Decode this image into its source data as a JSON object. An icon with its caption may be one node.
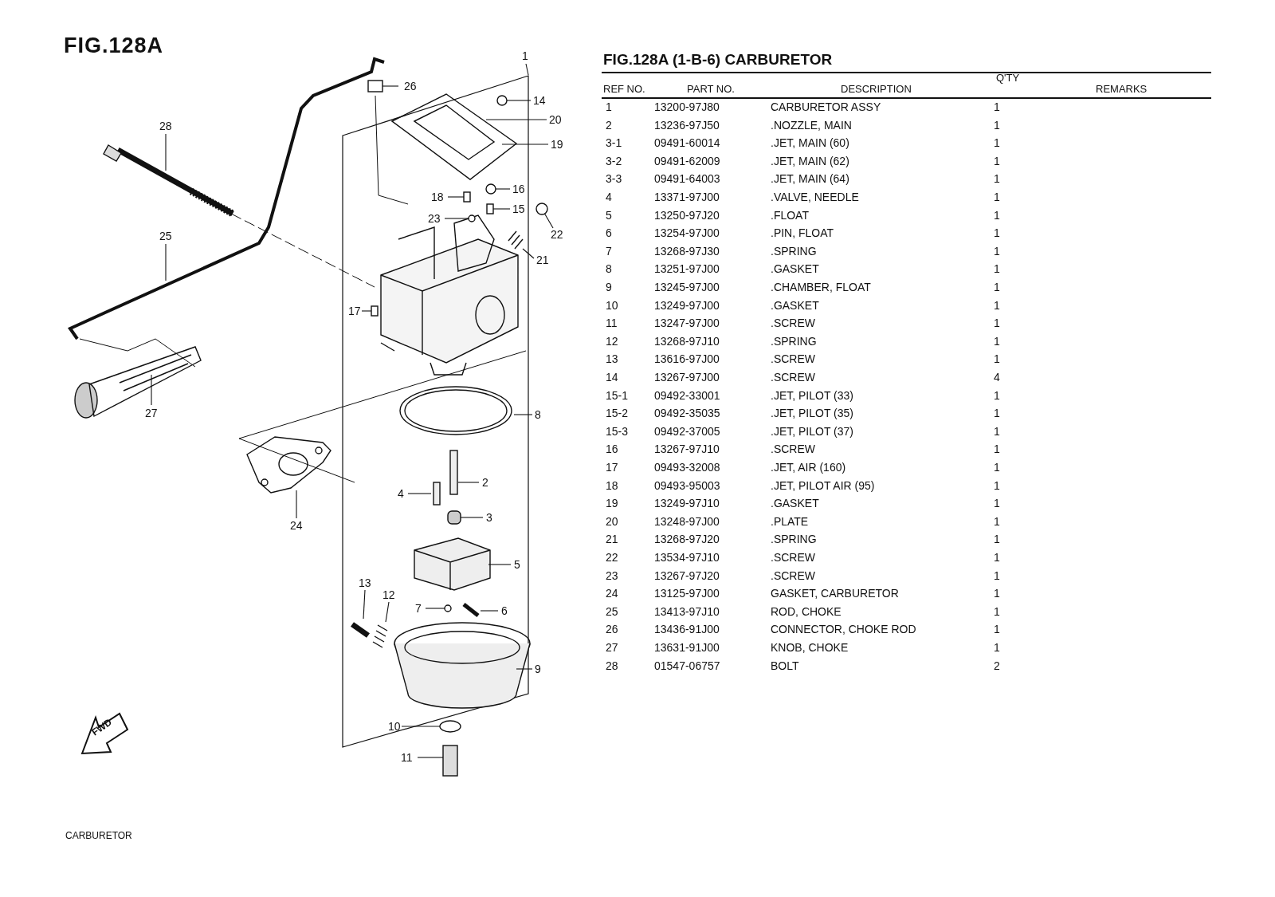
{
  "diagram": {
    "title": "FIG.128A",
    "nodes": [
      {
        "text": [
          "1"
        ]
      },
      {
        "text": [
          "26"
        ]
      },
      {
        "text": [
          "14"
        ]
      },
      {
        "text": [
          "28"
        ]
      },
      {
        "text": [
          "20"
        ]
      },
      {
        "text": [
          "19"
        ]
      },
      {
        "text": [
          "16"
        ]
      },
      {
        "text": [
          "18"
        ]
      },
      {
        "text": [
          "15"
        ]
      },
      {
        "text": [
          "23"
        ]
      },
      {
        "text": [
          "22"
        ]
      },
      {
        "text": [
          "25"
        ]
      },
      {
        "text": [
          "21"
        ]
      },
      {
        "text": [
          "17"
        ]
      },
      {
        "text": [
          "8"
        ]
      },
      {
        "text": [
          "27"
        ]
      },
      {
        "text": [
          "24"
        ]
      },
      {
        "text": [
          "2"
        ]
      },
      {
        "text": [
          "4"
        ]
      },
      {
        "text": [
          "3"
        ]
      },
      {
        "text": [
          "5"
        ]
      },
      {
        "text": [
          "13"
        ]
      },
      {
        "text": [
          "12"
        ]
      },
      {
        "text": [
          "7"
        ]
      },
      {
        "text": [
          "6"
        ]
      },
      {
        "text": [
          "9"
        ]
      },
      {
        "text": [
          "10"
        ]
      },
      {
        "text": [
          "11"
        ]
      },
      {
        "text": [],
        "shape": "box"
      },
      {
        "text": [],
        "shape": "circle"
      },
      {
        "text": [],
        "shape": "box"
      },
      {
        "text": [],
        "shape": "circle"
      },
      {
        "text": [],
        "shape": "circle"
      },
      {
        "text": [],
        "shape": "box"
      },
      {
        "text": [],
        "shape": "circle"
      },
      {
        "text": [],
        "shape": "box"
      },
      {
        "text": [],
        "shape": "cylinder"
      },
      {
        "text": [],
        "shape": "circle"
      },
      {
        "text": [],
        "shape": "circle"
      }
    ],
    "edges": [
      {
        "from": 0,
        "to": null,
        "arrow": "none"
      },
      {
        "from": 1,
        "to": 28,
        "arrow": "none"
      },
      {
        "from": 2,
        "to": 29,
        "arrow": "none"
      },
      {
        "from": 3,
        "to": null,
        "arrow": "none"
      },
      {
        "from": 4,
        "to": null,
        "arrow": "none"
      },
      {
        "from": 5,
        "to": null,
        "arrow": "none"
      },
      {
        "from": 6,
        "to": 31,
        "arrow": "none"
      },
      {
        "from": 7,
        "to": 30,
        "arrow": "none"
      },
      {
        "from": 8,
        "to": 33,
        "arrow": "none"
      },
      {
        "from": 9,
        "to": 32,
        "arrow": "none"
      },
      {
        "from": 10,
        "to": 34,
        "arrow": "none"
      },
      {
        "from": 11,
        "to": null,
        "arrow": "none"
      },
      {
        "from": 12,
        "to": null,
        "arrow": "none"
      },
      {
        "from": 13,
        "to": 35,
        "arrow": "none"
      },
      {
        "from": 14,
        "to": null,
        "arrow": "none"
      },
      {
        "from": 15,
        "to": null,
        "arrow": "none"
      },
      {
        "from": 16,
        "to": null,
        "arrow": "none"
      },
      {
        "from": 17,
        "to": null,
        "arrow": "none"
      },
      {
        "from": 18,
        "to": null,
        "arrow": "none"
      },
      {
        "from": 19,
        "to": 36,
        "arrow": "none"
      },
      {
        "from": 20,
        "to": null,
        "arrow": "none"
      },
      {
        "from": 21,
        "to": null,
        "arrow": "none"
      },
      {
        "from": 22,
        "to": null,
        "arrow": "none"
      },
      {
        "from": 23,
        "to": 37,
        "arrow": "none"
      },
      {
        "from": 24,
        "to": null,
        "arrow": "none"
      },
      {
        "from": 25,
        "to": null,
        "arrow": "none"
      },
      {
        "from": 26,
        "to": 38,
        "arrow": "none"
      },
      {
        "from": 27,
        "to": null,
        "arrow": "none"
      }
    ],
    "labels": [
      "FIG.128A (1-B-6) CARBURETOR",
      "REF NO.",
      "PART NO.",
      "DESCRIPTION",
      "Q'TY",
      "REMARKS",
      "1",
      "13200-97J80",
      "CARBURETOR ASSY",
      "1",
      "2",
      "13236-97J50",
      ".NOZZLE, MAIN",
      "1",
      "3-1",
      "09491-60014",
      ".JET, MAIN (60)",
      "1",
      "3-2",
      "09491-62009",
      ".JET, MAIN (62)",
      "1",
      "3-3",
      "09491-64003",
      ".JET, MAIN (64)",
      "1",
      "4",
      "13371-97J00",
      ".VALVE, NEEDLE",
      "1",
      "5",
      "13250-97J20",
      ".FLOAT",
      "1",
      "6",
      "13254-97J00",
      ".PIN, FLOAT",
      "1",
      "7",
      "13268-97J30",
      ".SPRING",
      "1",
      "8",
      "13251-97J00",
      ".GASKET",
      "1",
      "9",
      "13245-97J00",
      ".CHAMBER, FLOAT",
      "1",
      "10",
      "13249-97J00",
      ".GASKET",
      "1",
      "11",
      "13247-97J00",
      ".SCREW",
      "1",
      "12",
      "13268-97J10",
      ".SPRING",
      "1",
      "13",
      "13616-97J00",
      ".SCREW",
      "1",
      "14",
      "13267-97J00",
      ".SCREW",
      "4",
      "15-1",
      "09492-33001",
      ".JET, PILOT (33)",
      "1",
      "15-2",
      "09492-35035",
      ".JET, PILOT (35)",
      "1",
      "15-3",
      "09492-37005",
      ".JET, PILOT (37)",
      "1",
      "16",
      "13267-97J10",
      ".SCREW",
      "1",
      "17",
      "09493-32008",
      ".JET, AIR (160)",
      "1",
      "18",
      "09493-95003",
      ".JET, PILOT AIR (95)",
      "1",
      "19",
      "13249-97J10",
      ".GASKET",
      "1",
      "20",
      "13248-97J00",
      ".PLATE",
      "1",
      "21",
      "13268-97J20",
      ".SPRING",
      "1",
      "22",
      "13534-97J10",
      ".SCREW",
      "1",
      "23",
      "13267-97J20",
      ".SCREW",
      "1",
      "24",
      "13125-97J00",
      "GASKET, CARBURETOR",
      "1",
      "25",
      "13413-97J10",
      "ROD, CHOKE",
      "1",
      "26",
      "13436-91J00",
      "CONNECTOR, CHOKE ROD",
      "1",
      "27",
      "13631-91J00",
      "KNOB, CHOKE",
      "1",
      "28",
      "01547-06757",
      "BOLT",
      "2",
      "FWD",
      "CARBURETOR"
    ]
  }
}
